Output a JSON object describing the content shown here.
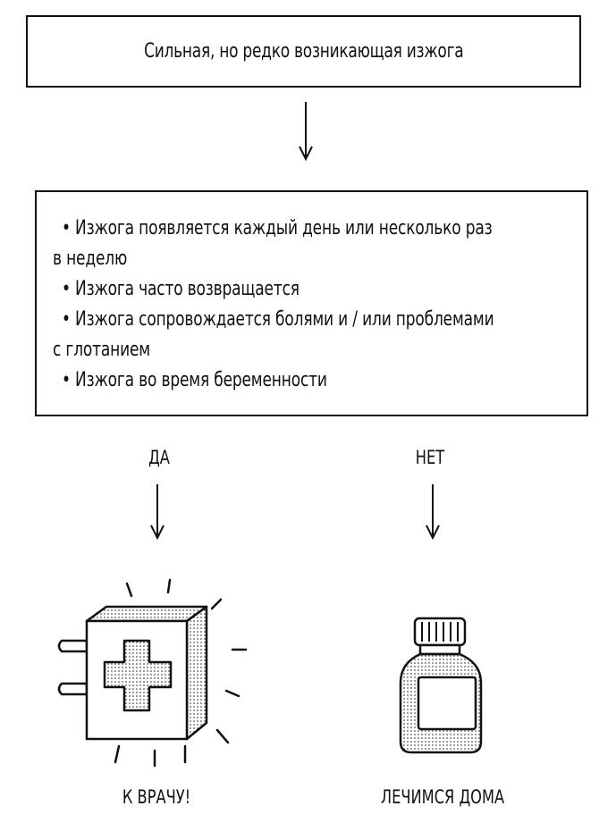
{
  "diagram": {
    "top_box": {
      "text": "Сильная, но редко возникающая изжога"
    },
    "criteria": [
      {
        "bullet": "•",
        "line1": "Изжога появляется каждый день или несколько раз",
        "line2": "в неделю"
      },
      {
        "bullet": "•",
        "line1": "Изжога часто возвращается",
        "line2": ""
      },
      {
        "bullet": "•",
        "line1": "Изжога сопровождается болями и / или проблемами",
        "line2": "с глотанием"
      },
      {
        "bullet": "•",
        "line1": "Изжога во время беременности",
        "line2": ""
      }
    ],
    "yes_branch": {
      "label": "ДА",
      "outcome": "К ВРАЧУ!",
      "icon": "first-aid-kit-icon"
    },
    "no_branch": {
      "label": "НЕТ",
      "outcome": "ЛЕЧИМСЯ ДОМА",
      "icon": "medicine-bottle-icon"
    },
    "colors": {
      "stroke": "#111111",
      "background": "#ffffff"
    }
  }
}
